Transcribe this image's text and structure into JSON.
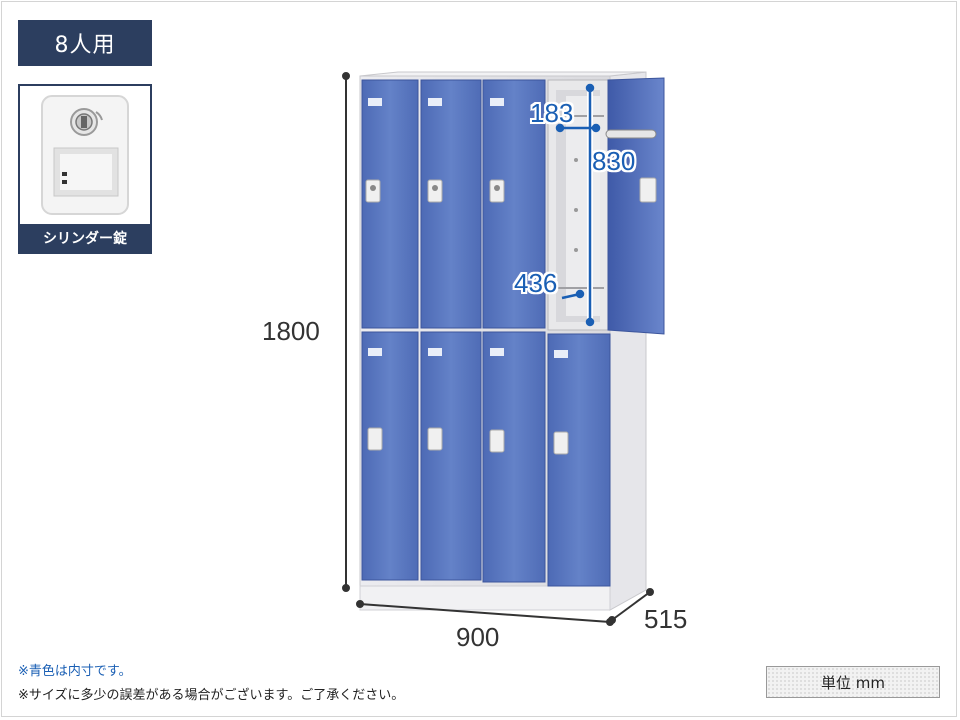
{
  "capacity_label": "8人用",
  "lock": {
    "caption": "シリンダー錠"
  },
  "dimensions": {
    "height": "1800",
    "width": "900",
    "depth": "515"
  },
  "interior": {
    "top_shelf": "183",
    "inner_height": "830",
    "hook_height": "436"
  },
  "notes": {
    "color_note": "※青色は内寸です。",
    "tolerance_note": "※サイズに多少の誤差がある場合がございます。ご了承ください。"
  },
  "unit_label": "単位 mm",
  "colors": {
    "door_blue": "#5a78bf",
    "badge_navy": "#2c3e5f",
    "dimension_blue": "#1a5fb4"
  }
}
